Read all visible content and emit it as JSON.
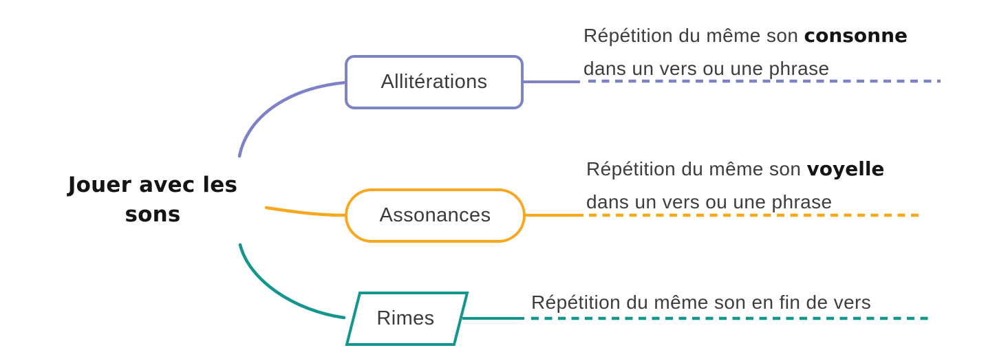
{
  "diagram": {
    "root": {
      "title_line1": "Jouer avec les",
      "title_line2": "sons"
    },
    "colors": {
      "purple": "#7c82c5",
      "orange": "#f8a81e",
      "teal": "#12968e",
      "label_text": "#3b3b3b",
      "dark_text": "#141414",
      "node_fill": "#ffffff"
    },
    "branches": {
      "alliterations": {
        "label": "Allitérations",
        "shape": "rounded-rectangle",
        "desc_prefix": "Répétition du même son ",
        "desc_bold": "consonne",
        "desc_line2": "dans un vers ou une phrase"
      },
      "assonances": {
        "label": "Assonances",
        "shape": "pill",
        "desc_prefix": "Répétition du même son ",
        "desc_bold": "voyelle",
        "desc_line2": "dans un vers ou une phrase"
      },
      "rimes": {
        "label": "Rimes",
        "shape": "parallelogram",
        "desc_line1": "Répétition du même son en fin de vers"
      }
    }
  }
}
